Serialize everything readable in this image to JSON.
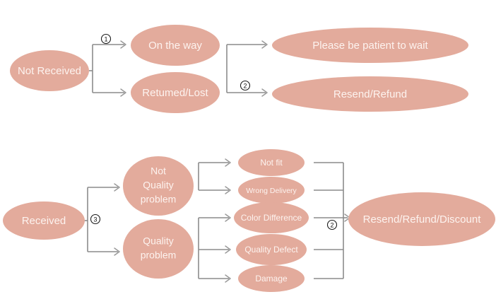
{
  "diagram": {
    "type": "flowchart",
    "title": "",
    "background_color": "#ffffff",
    "node_fill_color": "#e3ab9c",
    "node_text_color": "#fdf3ef",
    "connector_color": "#8c8c8c",
    "marker_color": "#111111"
  },
  "flow_top": {
    "start": {
      "label": "Not Received"
    },
    "branches": [
      {
        "label": "On the way"
      },
      {
        "label": "Retumed/Lost"
      }
    ],
    "outcomes": [
      {
        "label": "Please be patient to wait"
      },
      {
        "label": "Resend/Refund"
      }
    ],
    "markers": [
      {
        "label": "①",
        "number": "1"
      },
      {
        "label": "②",
        "number": "2"
      }
    ]
  },
  "flow_bottom": {
    "start": {
      "label": "Received"
    },
    "branches": [
      {
        "label": "Not Quality problem",
        "line1": "Not",
        "line2": "Quality",
        "line3": "problem"
      },
      {
        "label": "Quality problem",
        "line1": "Quality",
        "line2": "problem",
        "line3": ""
      }
    ],
    "reasons_not_quality": [
      {
        "label": "Not fit"
      },
      {
        "label": "Wrong Delivery"
      }
    ],
    "reasons_quality": [
      {
        "label": "Color Difference"
      },
      {
        "label": "Quality Defect"
      },
      {
        "label": "Damage"
      }
    ],
    "outcome": {
      "label": "Resend/Refund/Discount"
    },
    "markers": [
      {
        "label": "③",
        "number": "3"
      },
      {
        "label": "②",
        "number": "2"
      }
    ]
  }
}
